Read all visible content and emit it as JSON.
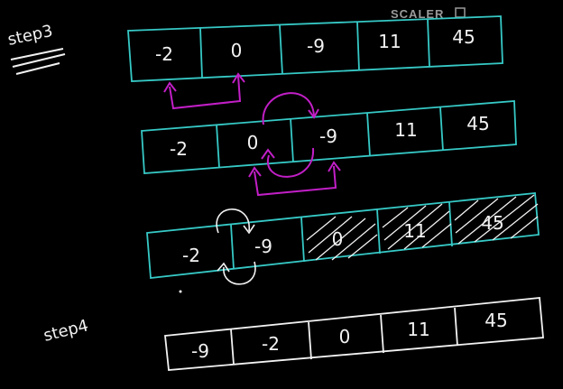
{
  "brand": {
    "logo_text": "SCALER"
  },
  "colors": {
    "background": "#000000",
    "teal": "#36c9c6",
    "magenta": "#c21fc7",
    "chalk": "#f2f2f2"
  },
  "labels": {
    "step3": "step3",
    "step4": "step4"
  },
  "arrays": {
    "row1": [
      "-2",
      "0",
      "-9",
      "11",
      "45"
    ],
    "row2": [
      "-2",
      "0",
      "-9",
      "11",
      "45"
    ],
    "row3": [
      "-2",
      "-9",
      "0",
      "11",
      "45"
    ],
    "row4": [
      "-9",
      "-2",
      "0",
      "11",
      "45"
    ]
  }
}
